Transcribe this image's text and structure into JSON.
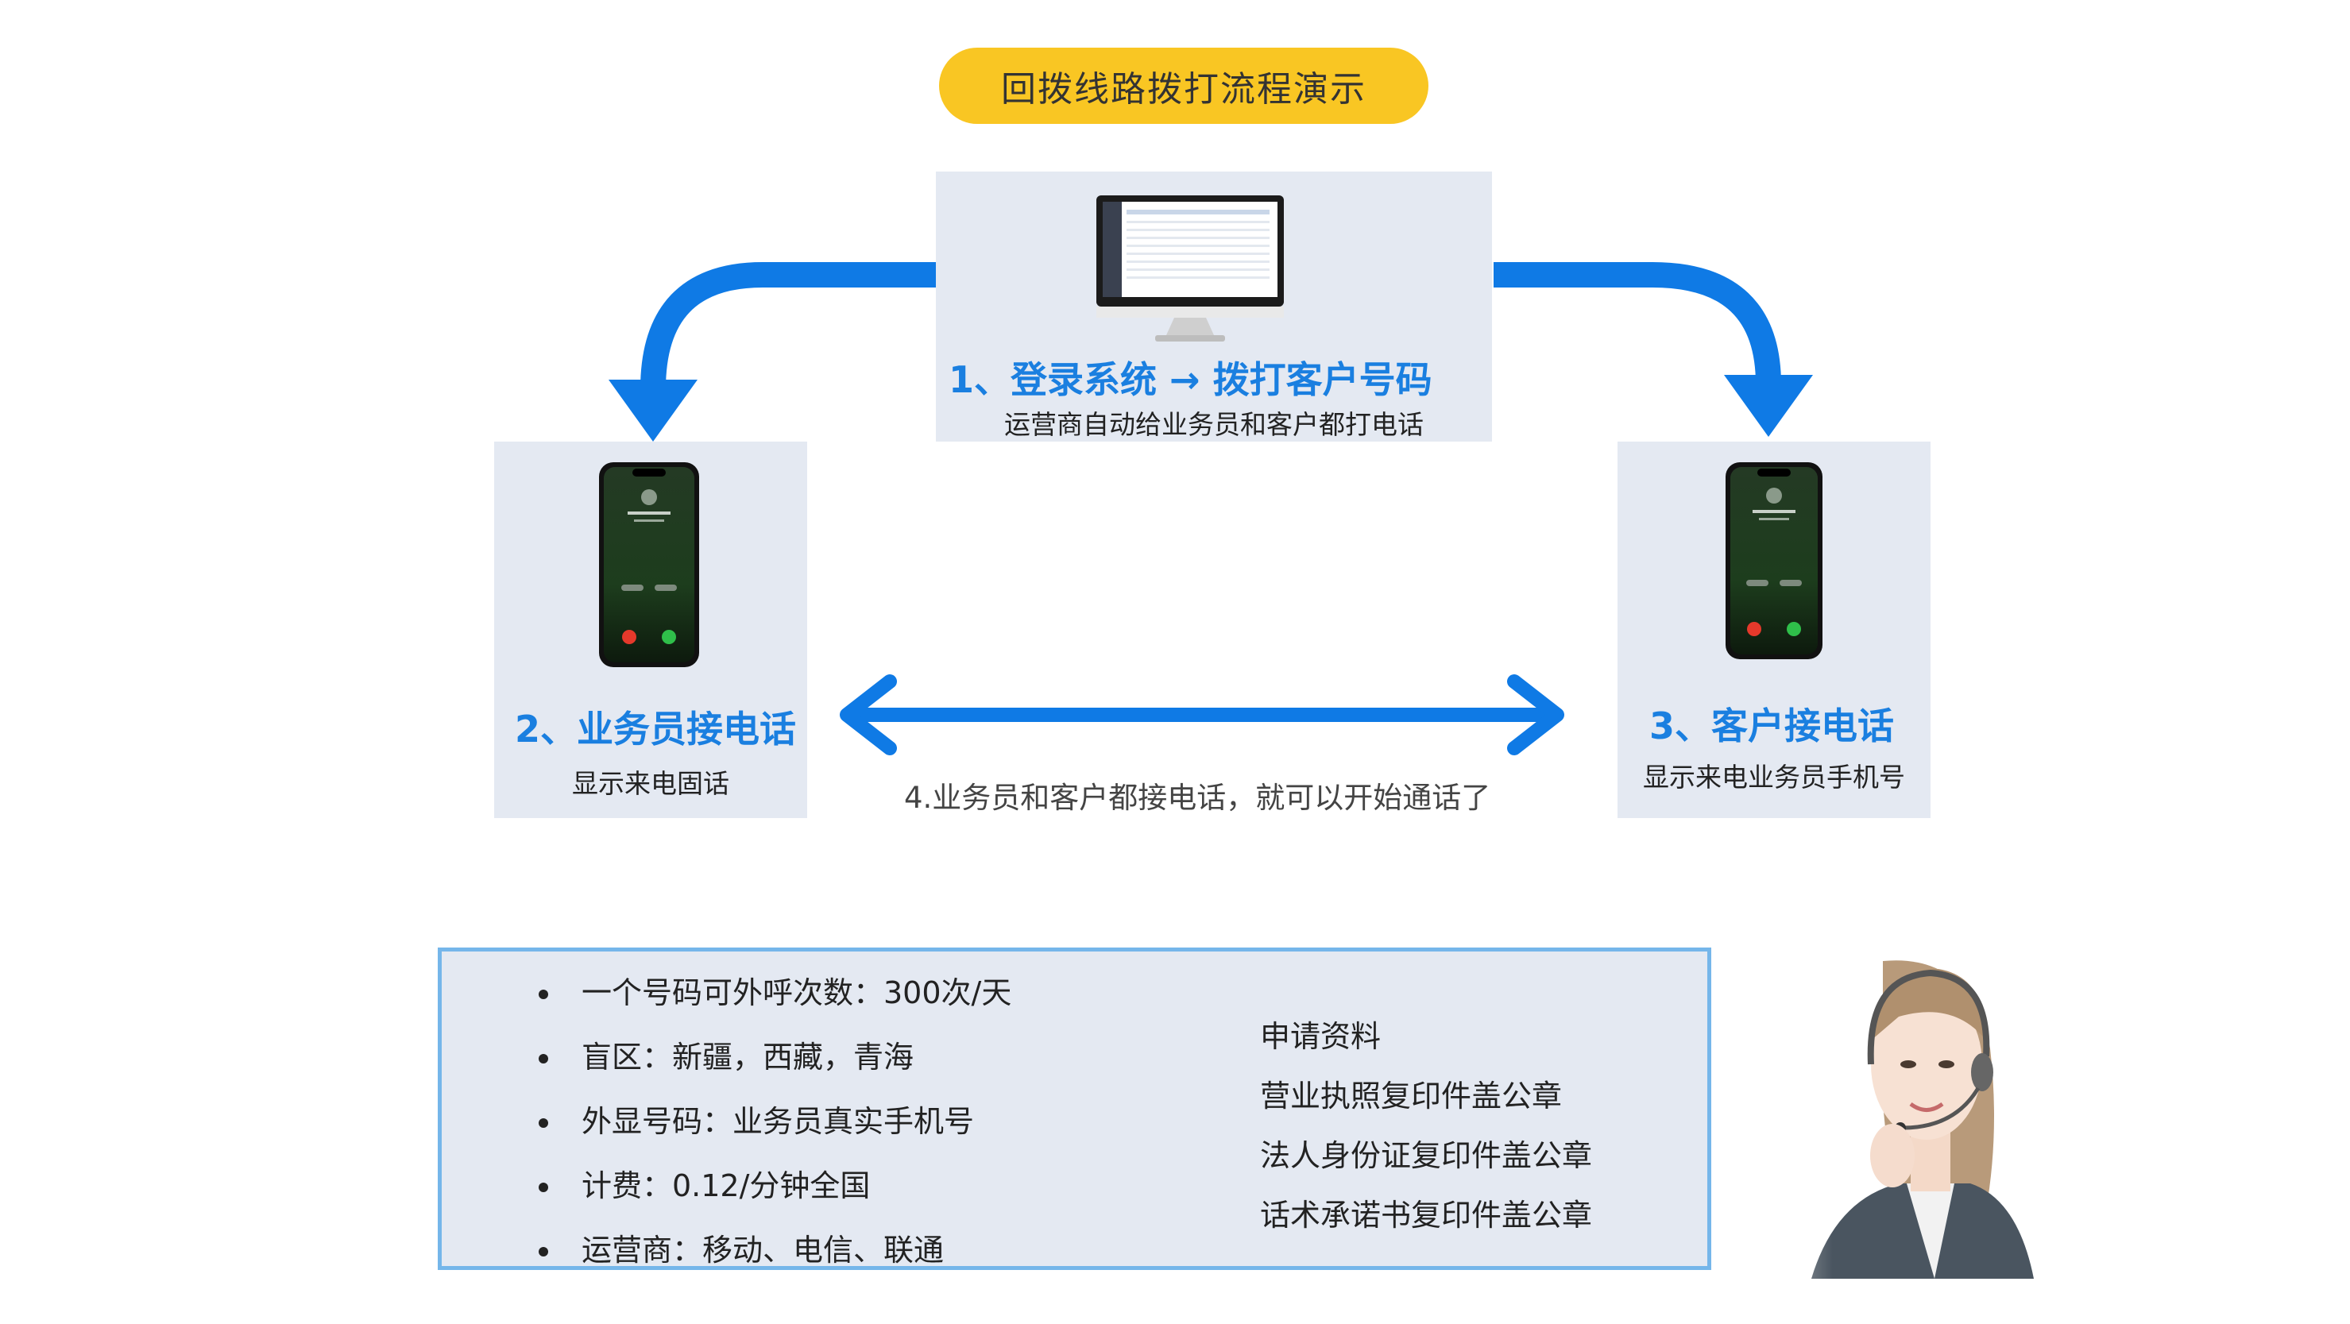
{
  "title": "回拨线路拨打流程演示",
  "step1": {
    "title": "1、登录系统  →  拨打客户号码",
    "subtitle": "运营商自动给业务员和客户都打电话"
  },
  "step2": {
    "title": "2、业务员接电话",
    "subtitle": "显示来电固话"
  },
  "step3": {
    "title": "3、客户接电话",
    "subtitle": "显示来电业务员手机号"
  },
  "step4": {
    "text": "4.业务员和客户都接电话，就可以开始通话了"
  },
  "features": [
    "一个号码可外呼次数：300次/天",
    "盲区：新疆，西藏，青海",
    "外显号码：业务员真实手机号",
    "计费：0.12/分钟全国",
    "运营商：移动、电信、联通"
  ],
  "documents": [
    "申请资料",
    "营业执照复印件盖公章",
    "法人身份证复印件盖公章",
    "话术承诺书复印件盖公章"
  ],
  "colors": {
    "accent_blue": "#0f7ae5",
    "title_yellow": "#f9c623",
    "panel_bg": "#e4e9f2",
    "box_border": "#75b6ea"
  },
  "icons": [
    "computer-monitor-icon",
    "smartphone-icon",
    "double-arrow-icon",
    "curved-arrow-icon",
    "headset-agent-image"
  ]
}
